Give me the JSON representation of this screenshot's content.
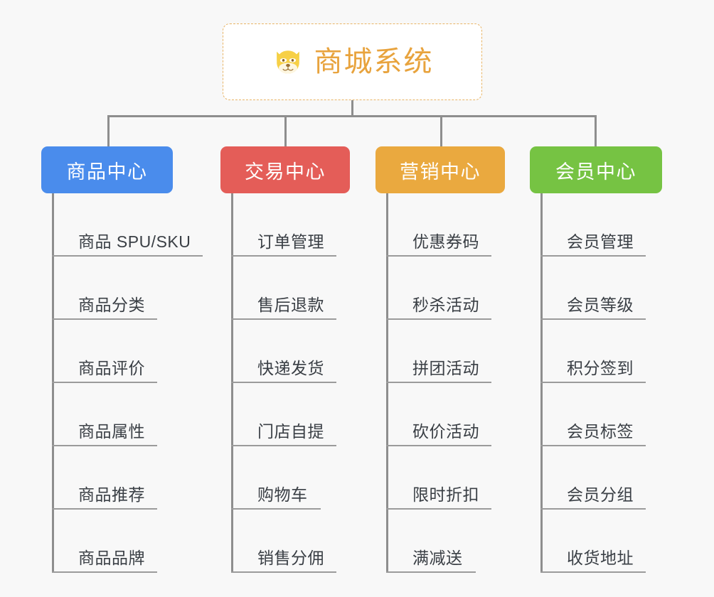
{
  "root": {
    "title": "商城系统",
    "icon": "shiba-dog-face-icon",
    "border_color": "#e8b465",
    "text_color": "#e8a33d",
    "background": "#ffffff"
  },
  "canvas": {
    "background": "#f8f8f8",
    "connector_color": "#8e8e8e",
    "leaf_rule_color": "#9b9b9b",
    "leaf_text_color": "#3a3f45"
  },
  "categories": [
    {
      "label": "商品中心",
      "color": "#4a8cec",
      "items": [
        "商品 SPU/SKU",
        "商品分类",
        "商品评价",
        "商品属性",
        "商品推荐",
        "商品品牌"
      ]
    },
    {
      "label": "交易中心",
      "color": "#e45d58",
      "items": [
        "订单管理",
        "售后退款",
        "快递发货",
        "门店自提",
        "购物车",
        "销售分佣"
      ]
    },
    {
      "label": "营销中心",
      "color": "#eaa93f",
      "items": [
        "优惠券码",
        "秒杀活动",
        "拼团活动",
        "砍价活动",
        "限时折扣",
        "满减送"
      ]
    },
    {
      "label": "会员中心",
      "color": "#76c343",
      "items": [
        "会员管理",
        "会员等级",
        "积分签到",
        "会员标签",
        "会员分组",
        "收货地址"
      ]
    }
  ]
}
